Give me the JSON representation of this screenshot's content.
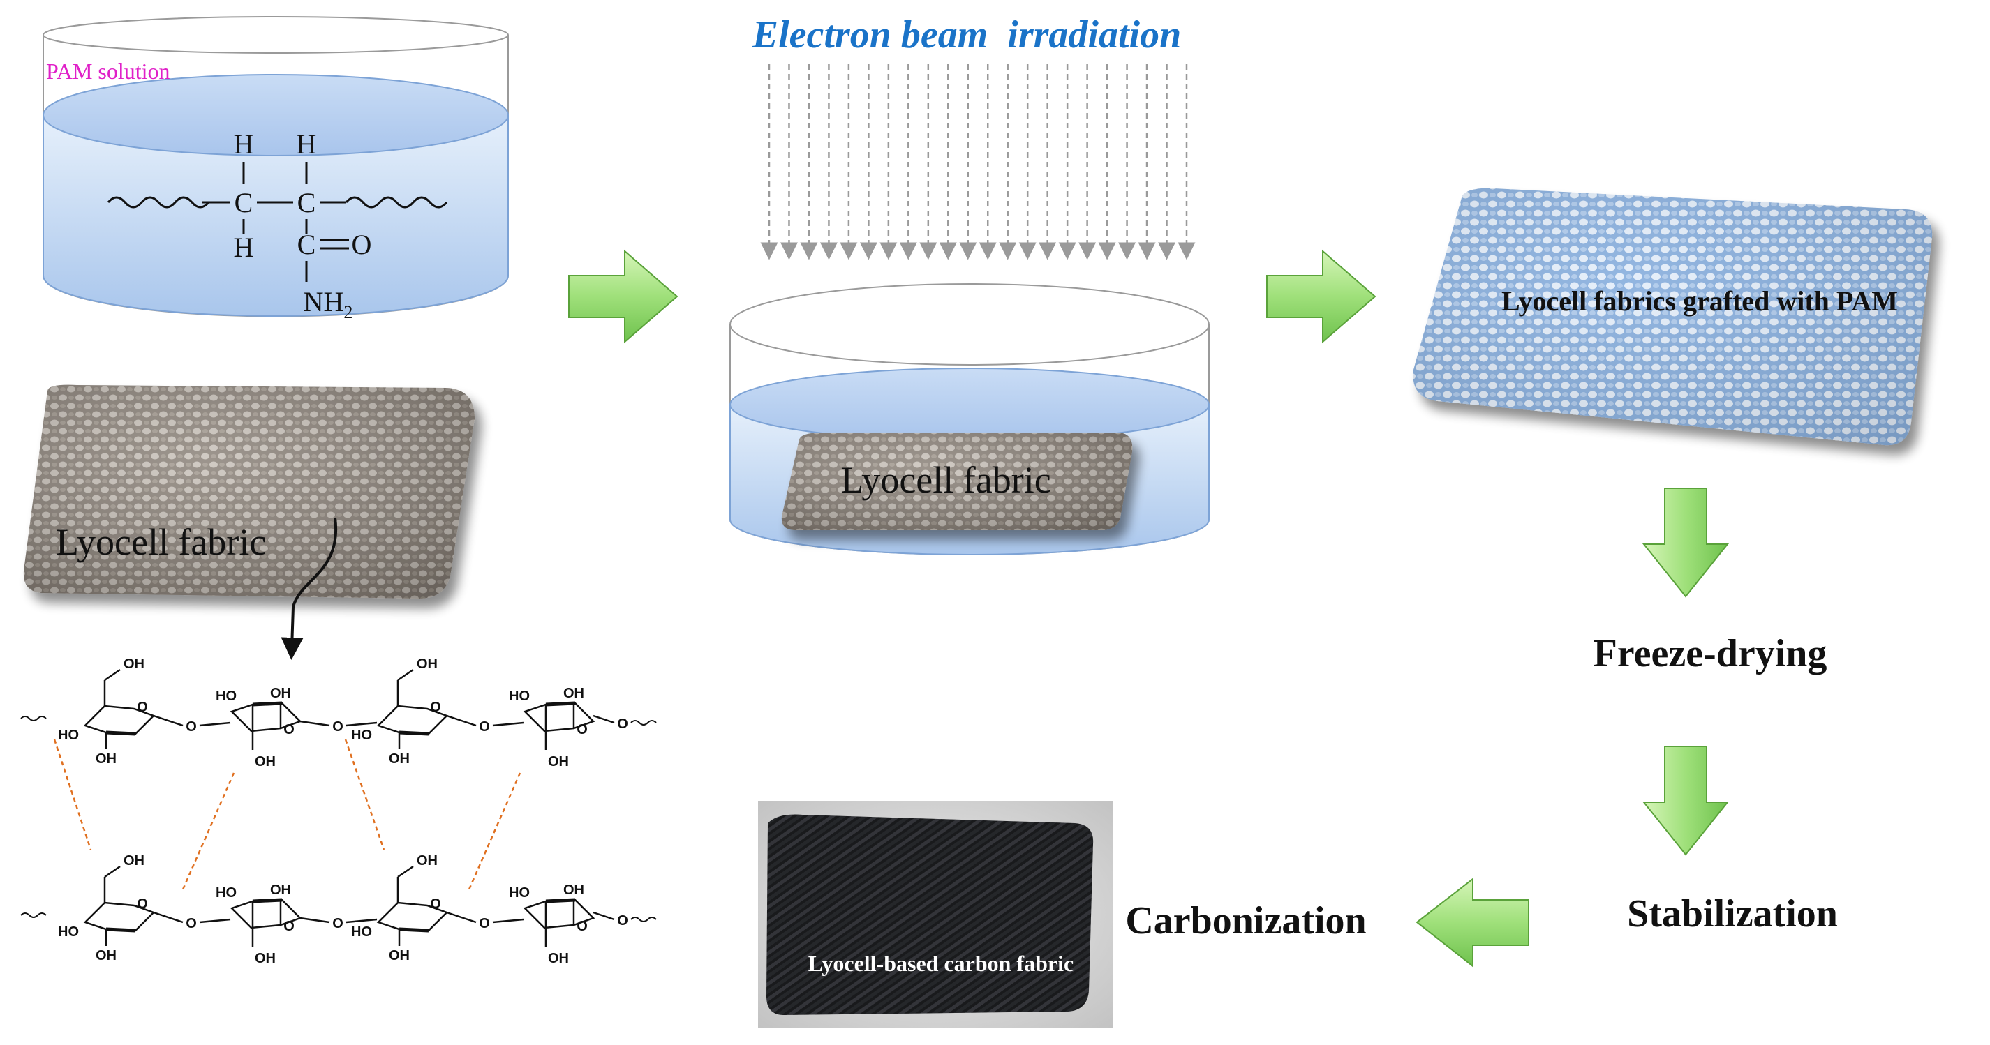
{
  "title": "Electron beam  irradiation",
  "pam": {
    "label": "PAM solution",
    "atoms": {
      "h": "H",
      "c": "C",
      "o": "O",
      "nh": "NH",
      "nh_sub": "2"
    }
  },
  "fabrics": {
    "raw_label": "Lyocell fabric",
    "dish_label": "Lyocell fabric",
    "grafted_label": "Lyocell fabrics grafted with PAM",
    "carbon_label": "Lyocell-based carbon fabric"
  },
  "steps": {
    "freeze": "Freeze-drying",
    "stabilization": "Stabilization",
    "carbonization": "Carbonization"
  },
  "cellulose": {
    "oh": "OH",
    "ho": "HO",
    "o": "O"
  },
  "colors": {
    "title": "#1a73c8",
    "pam_label": "#e020c8",
    "arrow_green": "#8ed66b",
    "hbond": "#e07020"
  }
}
